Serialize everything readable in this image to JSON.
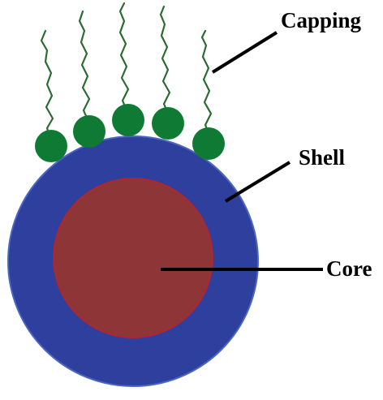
{
  "labels": {
    "capping": "Capping",
    "shell": "Shell",
    "core": "Core"
  },
  "colors": {
    "shell": "#2E3F9E",
    "shell_rim": "#4A66C0",
    "core": "#8E3637",
    "core_rim": "#B0262E",
    "capping_head": "#0E7A34",
    "capping_tail": "#2B6B32",
    "leader_line": "#000000"
  }
}
